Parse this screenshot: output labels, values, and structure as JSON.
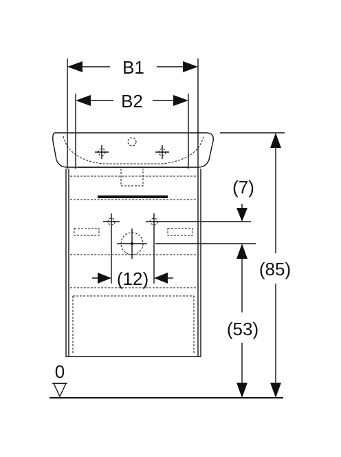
{
  "dimensions": {
    "b1": "B1",
    "b2": "B2",
    "d7": "(7)",
    "d12": "(12)",
    "d85": "(85)",
    "d53": "(53)",
    "floor": "0"
  }
}
